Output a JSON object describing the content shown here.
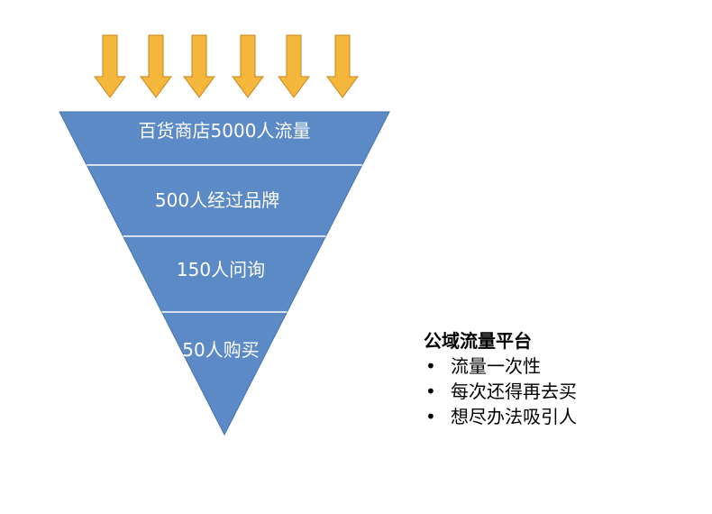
{
  "funnel": {
    "stages": [
      {
        "label": "百货商店5000人流量"
      },
      {
        "label": "500人经过品牌"
      },
      {
        "label": "150人问询"
      },
      {
        "label": "50人购买"
      }
    ],
    "arrow_count": 6,
    "colors": {
      "funnel_fill": "#5b8ac6",
      "funnel_stroke": "#4a74ad",
      "divider": "#ffffff",
      "arrow_fill": "#f5b73b",
      "arrow_stroke": "#c4861f"
    }
  },
  "side_panel": {
    "title": "公域流量平台",
    "bullet_symbol": "•",
    "items": [
      {
        "text": "流量一次性"
      },
      {
        "text": "每次还得再去买"
      },
      {
        "text": "想尽办法吸引人"
      }
    ]
  }
}
